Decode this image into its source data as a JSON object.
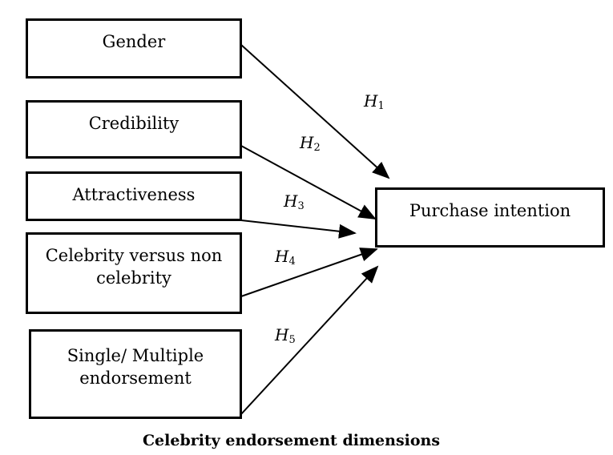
{
  "diagram": {
    "predictors": [
      {
        "id": "gender",
        "label": "Gender"
      },
      {
        "id": "credibility",
        "label": "Credibility"
      },
      {
        "id": "attractiveness",
        "label": "Attractiveness"
      },
      {
        "id": "celebrity",
        "label": "Celebrity versus non celebrity"
      },
      {
        "id": "single-multiple",
        "label": "Single/ Multiple endorsement"
      }
    ],
    "outcome": {
      "label": "Purchase intention"
    },
    "hypotheses": [
      {
        "letter": "H",
        "index": "1"
      },
      {
        "letter": "H",
        "index": "2"
      },
      {
        "letter": "H",
        "index": "3"
      },
      {
        "letter": "H",
        "index": "4"
      },
      {
        "letter": "H",
        "index": "5"
      }
    ],
    "caption": "Celebrity endorsement dimensions"
  }
}
